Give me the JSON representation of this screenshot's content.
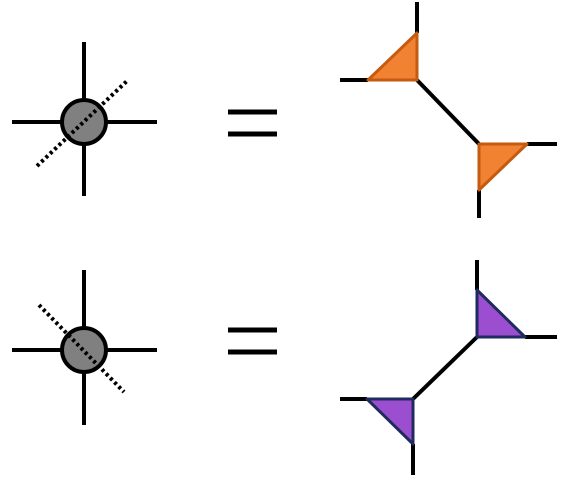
{
  "equations": [
    {
      "id": "top",
      "lhs": {
        "node": "gray-circle",
        "cut": "dotted-diagonal-rising"
      },
      "relation": "equals",
      "rhs": {
        "pieces": "two-triangles",
        "fill": "#f08232",
        "stroke": "#c55a11"
      }
    },
    {
      "id": "bottom",
      "lhs": {
        "node": "gray-circle",
        "cut": "dotted-diagonal-falling"
      },
      "relation": "equals",
      "rhs": {
        "pieces": "two-triangles",
        "fill": "#9b4fd0",
        "stroke": "#1f2a5e"
      }
    }
  ],
  "colors": {
    "line": "#000000",
    "node_fill": "#808080",
    "node_stroke": "#000000",
    "orange_fill": "#f08232",
    "orange_stroke": "#c55a11",
    "purple_fill": "#9b4fd0",
    "purple_stroke": "#1f2a5e"
  }
}
